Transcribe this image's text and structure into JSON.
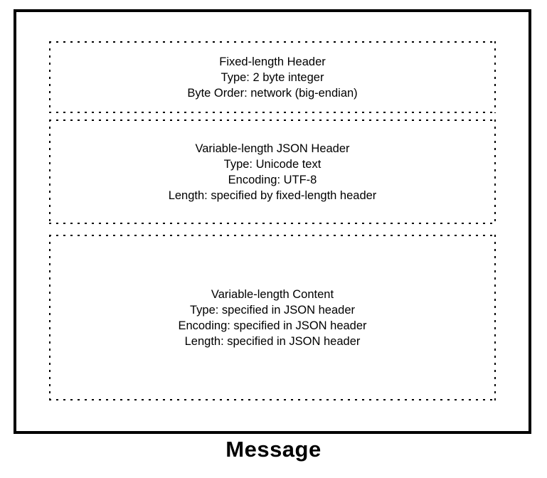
{
  "diagram": {
    "title": "Message",
    "colors": {
      "background": "#ffffff",
      "border": "#000000",
      "text": "#000000"
    },
    "boxes": [
      {
        "id": "fixed-length-header",
        "lines": [
          "Fixed-length Header",
          "Type: 2 byte integer",
          "Byte Order: network (big-endian)"
        ]
      },
      {
        "id": "variable-length-json-header",
        "lines": [
          "Variable-length JSON Header",
          "Type: Unicode text",
          "Encoding: UTF-8",
          "Length: specified by fixed-length header"
        ]
      },
      {
        "id": "variable-length-content",
        "lines": [
          "Variable-length Content",
          "Type: specified in JSON header",
          "Encoding: specified in JSON header",
          "Length: specified in JSON header"
        ]
      }
    ]
  }
}
